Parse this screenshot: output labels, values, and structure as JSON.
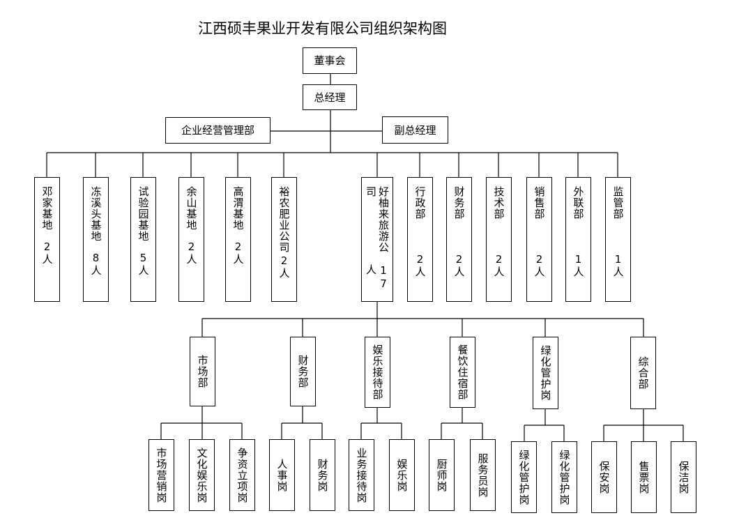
{
  "title": "江西硕丰果业开发有限公司组织架构图",
  "top": {
    "board": "董事会",
    "gm": "总经理",
    "left_dept": "企业经营管理部",
    "deputy": "副总经理"
  },
  "level2": [
    {
      "name": "邓家基地",
      "count": "2人"
    },
    {
      "name": "冻溪头基地",
      "count": "8人"
    },
    {
      "name": "试验园基地",
      "count": "5人"
    },
    {
      "name": "余山基地",
      "count": "2人"
    },
    {
      "name": "高渭基地",
      "count": "2人"
    },
    {
      "name": "裕农肥业公司",
      "count": "2人"
    },
    {
      "name": "好柚来旅游公司",
      "count": "17人"
    },
    {
      "name": "行政部",
      "count": "2人"
    },
    {
      "name": "财务部",
      "count": "2人"
    },
    {
      "name": "技术部",
      "count": "2人"
    },
    {
      "name": "销售部",
      "count": "2人"
    },
    {
      "name": "外联部",
      "count": "1人"
    },
    {
      "name": "监管部",
      "count": "1人"
    }
  ],
  "level3": [
    "市场部",
    "财务部",
    "娱乐接待部",
    "餐饮住宿部",
    "绿化管护岗",
    "综合部"
  ],
  "level4": [
    [
      "市场营销岗",
      "文化娱乐岗",
      "争资立项岗"
    ],
    [
      "人事岗",
      "财务岗"
    ],
    [
      "业务接待岗",
      "娱乐岗"
    ],
    [
      "厨师岗",
      "服务员岗"
    ],
    [
      "绿化管护岗",
      "绿化管护岗"
    ],
    [
      "保安岗",
      "售票岗",
      "保洁岗"
    ]
  ]
}
